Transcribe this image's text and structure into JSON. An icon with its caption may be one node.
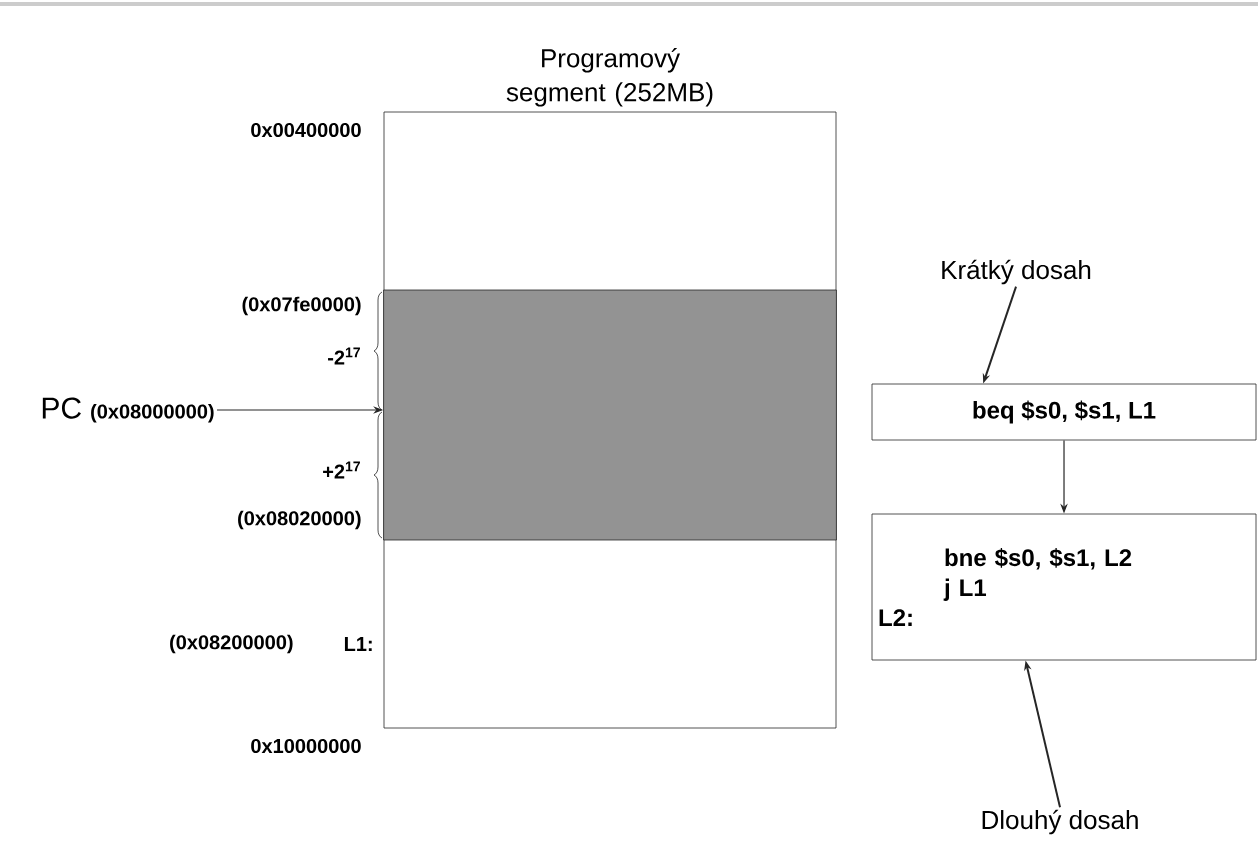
{
  "diagram": {
    "nodes": [
      {
        "text": [
          "Programový segment (252MB)"
        ]
      },
      {
        "text": [],
        "shape": "box",
        "in": 0
      },
      {
        "text": [
          "PC",
          "(0x08000000)"
        ]
      },
      {
        "text": [
          "beq $s0, $s1, L1"
        ]
      },
      {
        "text": [
          "bne $s0, $s1, L2",
          "j L1",
          "L2:"
        ]
      },
      {
        "text": [
          "Krátký dosah"
        ]
      },
      {
        "text": [
          "Dlouhý dosah"
        ]
      }
    ],
    "edges": [
      {
        "from": 2,
        "to": 1,
        "arrow": "to"
      },
      {
        "from": 5,
        "to": 3,
        "arrow": "to"
      },
      {
        "from": 3,
        "to": 4,
        "arrow": "to"
      },
      {
        "from": 6,
        "to": 4,
        "arrow": "to"
      }
    ],
    "labels": [
      "0x00400000",
      "(0x07fe0000)",
      "-2$^{17}$",
      "+2$^{17}$",
      "(0x08020000)",
      "(0x08200000)",
      "L1:",
      "0x10000000"
    ]
  }
}
